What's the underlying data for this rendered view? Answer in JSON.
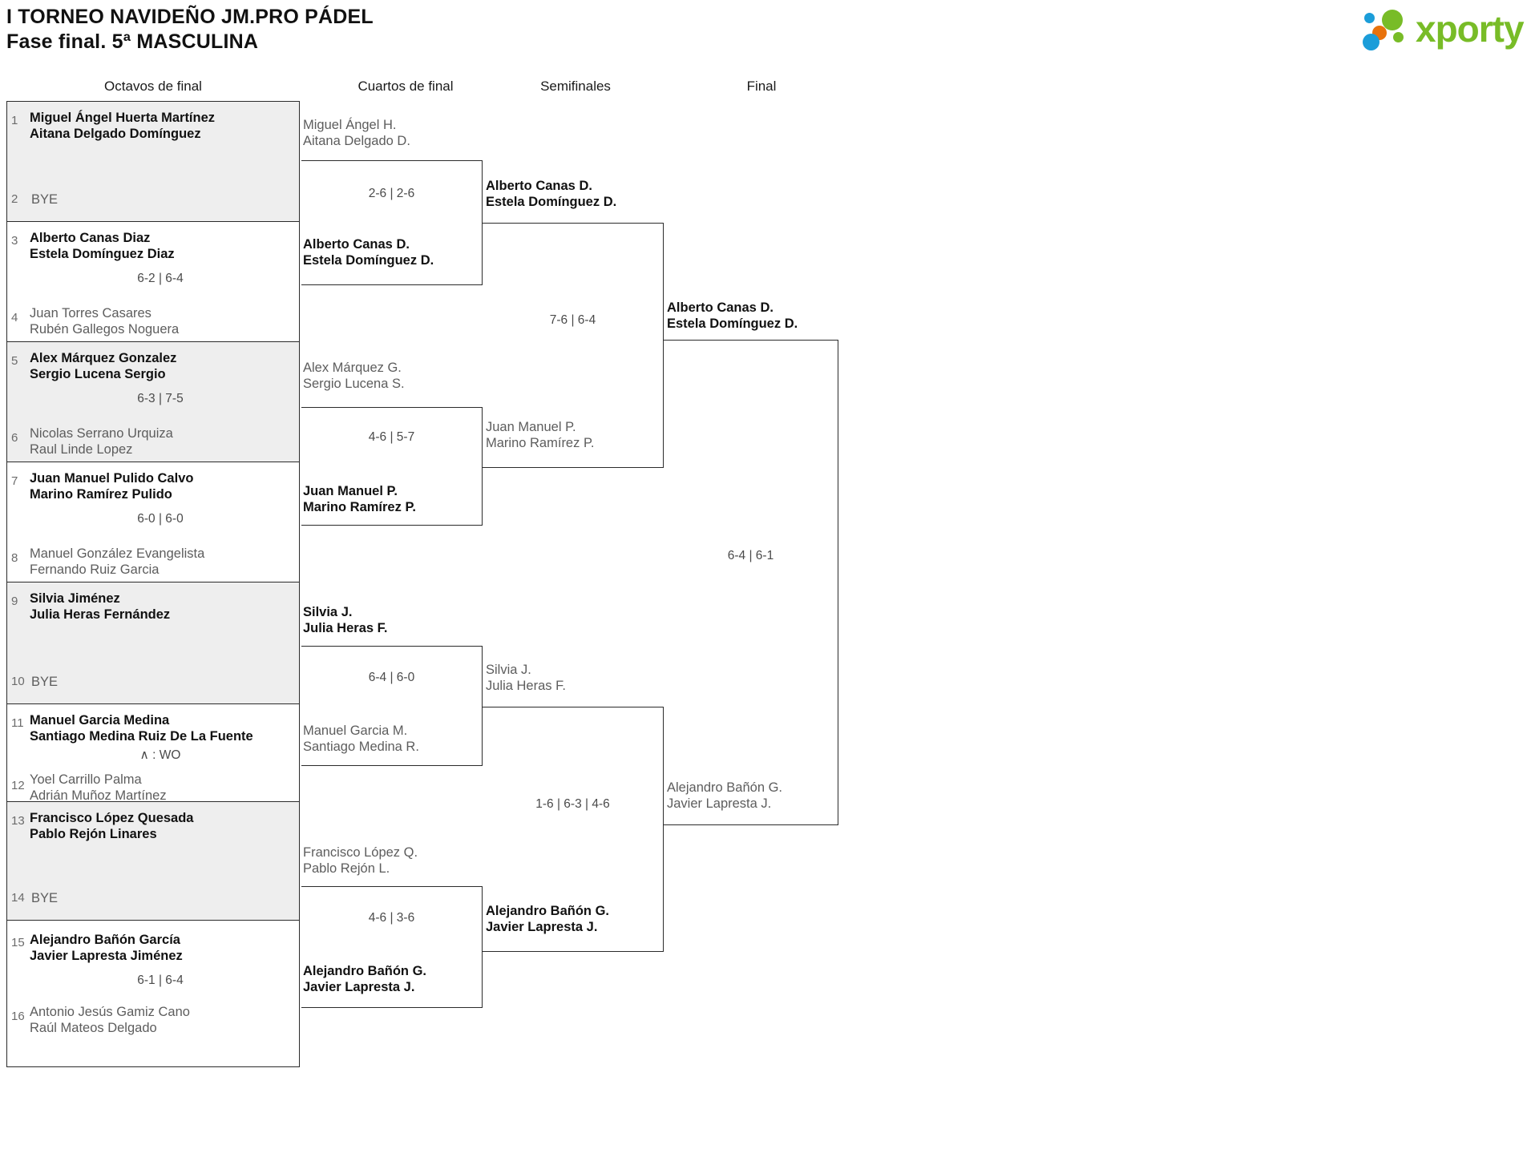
{
  "header": {
    "title_line1": "I TORNEO NAVIDEÑO JM.PRO PÁDEL",
    "title_line2": "Fase final. 5ª MASCULINA",
    "logo_text": "xporty",
    "logo_colors": {
      "green": "#78bc27",
      "orange": "#e8720c",
      "blue": "#1b9dd9"
    }
  },
  "rounds": [
    {
      "label": "Octavos de final"
    },
    {
      "label": "Cuartos de final"
    },
    {
      "label": "Semifinales"
    },
    {
      "label": "Final"
    }
  ],
  "round1": {
    "matches": [
      {
        "shaded": true,
        "score": "",
        "top": {
          "seed": "1",
          "line1": "Miguel Ángel Huerta Martínez",
          "line2": "Aitana Delgado Domínguez",
          "result": "win"
        },
        "bottom": {
          "seed": "2",
          "line1": "BYE",
          "line2": "",
          "result": "bye"
        }
      },
      {
        "shaded": false,
        "score": "6-2 | 6-4",
        "top": {
          "seed": "3",
          "line1": "Alberto Canas Diaz",
          "line2": "Estela Domínguez Diaz",
          "result": "win"
        },
        "bottom": {
          "seed": "4",
          "line1": "Juan Torres Casares",
          "line2": "Rubén Gallegos Noguera",
          "result": "lose"
        }
      },
      {
        "shaded": true,
        "score": "6-3 | 7-5",
        "top": {
          "seed": "5",
          "line1": "Alex Márquez Gonzalez",
          "line2": "Sergio Lucena Sergio",
          "result": "win"
        },
        "bottom": {
          "seed": "6",
          "line1": "Nicolas Serrano Urquiza",
          "line2": "Raul Linde Lopez",
          "result": "lose"
        }
      },
      {
        "shaded": false,
        "score": "6-0 | 6-0",
        "top": {
          "seed": "7",
          "line1": "Juan Manuel Pulido Calvo",
          "line2": "Marino Ramírez Pulido",
          "result": "win"
        },
        "bottom": {
          "seed": "8",
          "line1": "Manuel González Evangelista",
          "line2": "Fernando Ruiz Garcia",
          "result": "lose"
        }
      },
      {
        "shaded": true,
        "score": "",
        "top": {
          "seed": "9",
          "line1": "Silvia Jiménez",
          "line2": "Julia Heras Fernández",
          "result": "win"
        },
        "bottom": {
          "seed": "10",
          "line1": "BYE",
          "line2": "",
          "result": "bye"
        }
      },
      {
        "shaded": false,
        "score": "∧ : WO",
        "top": {
          "seed": "11",
          "line1": "Manuel Garcia Medina",
          "line2": "Santiago Medina Ruiz De La Fuente",
          "result": "win"
        },
        "bottom": {
          "seed": "12",
          "line1": "Yoel Carrillo Palma",
          "line2": "Adrián Muñoz Martínez",
          "result": "lose"
        }
      },
      {
        "shaded": true,
        "score": "",
        "top": {
          "seed": "13",
          "line1": "Francisco López Quesada",
          "line2": "Pablo Rejón Linares",
          "result": "win"
        },
        "bottom": {
          "seed": "14",
          "line1": "BYE",
          "line2": "",
          "result": "bye"
        }
      },
      {
        "shaded": false,
        "score": "6-1 | 6-4",
        "top": {
          "seed": "15",
          "line1": "Alejandro Bañón García",
          "line2": "Javier Lapresta Jiménez",
          "result": "win"
        },
        "bottom": {
          "seed": "16",
          "line1": "Antonio Jesús Gamiz Cano",
          "line2": "Raúl Mateos Delgado",
          "result": "lose"
        }
      }
    ]
  },
  "quarterfinals": {
    "matches": [
      {
        "score": "2-6 | 2-6",
        "top": {
          "line1": "Miguel Ángel H.",
          "line2": "Aitana Delgado D.",
          "result": "lose"
        },
        "bottom": {
          "line1": "Alberto Canas D.",
          "line2": "Estela Domínguez D.",
          "result": "win"
        }
      },
      {
        "score": "4-6 | 5-7",
        "top": {
          "line1": "Alex Márquez G.",
          "line2": "Sergio Lucena S.",
          "result": "lose"
        },
        "bottom": {
          "line1": "Juan Manuel P.",
          "line2": "Marino Ramírez P.",
          "result": "win"
        }
      },
      {
        "score": "6-4 | 6-0",
        "top": {
          "line1": "Silvia J.",
          "line2": "Julia Heras F.",
          "result": "win"
        },
        "bottom": {
          "line1": "Manuel Garcia M.",
          "line2": "Santiago Medina R.",
          "result": "lose"
        }
      },
      {
        "score": "4-6 | 3-6",
        "top": {
          "line1": "Francisco López Q.",
          "line2": "Pablo Rejón L.",
          "result": "lose"
        },
        "bottom": {
          "line1": "Alejandro Bañón G.",
          "line2": "Javier Lapresta J.",
          "result": "win"
        }
      }
    ]
  },
  "semifinals": {
    "matches": [
      {
        "score": "7-6 | 6-4",
        "top": {
          "line1": "Alberto Canas D.",
          "line2": "Estela Domínguez D.",
          "result": "win"
        },
        "bottom": {
          "line1": "Juan Manuel P.",
          "line2": "Marino Ramírez P.",
          "result": "lose"
        }
      },
      {
        "score": "1-6 | 6-3 | 4-6",
        "top": {
          "line1": "Silvia J.",
          "line2": "Julia Heras F.",
          "result": "lose"
        },
        "bottom": {
          "line1": "Alejandro Bañón G.",
          "line2": "Javier Lapresta J.",
          "result": "win"
        }
      }
    ]
  },
  "final": {
    "matches": [
      {
        "score": "6-4 | 6-1",
        "top": {
          "line1": "Alberto Canas D.",
          "line2": "Estela Domínguez D.",
          "result": "win"
        },
        "bottom": {
          "line1": "Alejandro Bañón G.",
          "line2": "Javier Lapresta J.",
          "result": "lose"
        }
      }
    ]
  }
}
